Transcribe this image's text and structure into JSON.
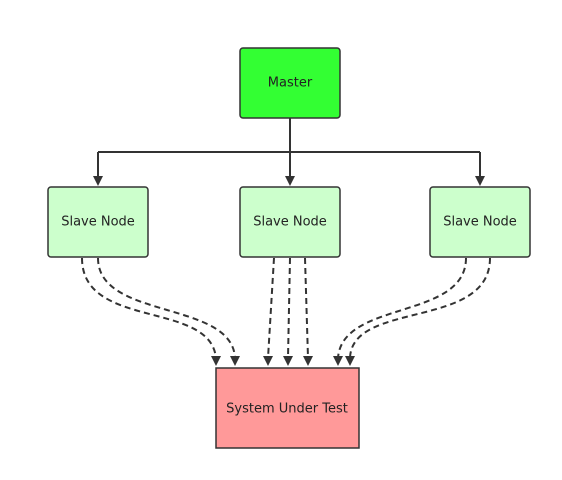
{
  "nodes": {
    "master": {
      "label": "Master",
      "fill": "#33ff33"
    },
    "slave_left": {
      "label": "Slave Node",
      "fill": "#ccffcc"
    },
    "slave_center": {
      "label": "Slave Node",
      "fill": "#ccffcc"
    },
    "slave_right": {
      "label": "Slave Node",
      "fill": "#ccffcc"
    },
    "system": {
      "label": "System Under Test",
      "fill": "#ff9999"
    }
  },
  "edges": [
    {
      "from": "master",
      "to": "slave_left",
      "style": "solid"
    },
    {
      "from": "master",
      "to": "slave_center",
      "style": "solid"
    },
    {
      "from": "master",
      "to": "slave_right",
      "style": "solid"
    },
    {
      "from": "slave_left",
      "to": "system",
      "style": "dashed",
      "count": 2
    },
    {
      "from": "slave_center",
      "to": "system",
      "style": "dashed",
      "count": 3
    },
    {
      "from": "slave_right",
      "to": "system",
      "style": "dashed",
      "count": 2
    }
  ],
  "colors": {
    "stroke": "#333333",
    "background": "#ffffff"
  }
}
